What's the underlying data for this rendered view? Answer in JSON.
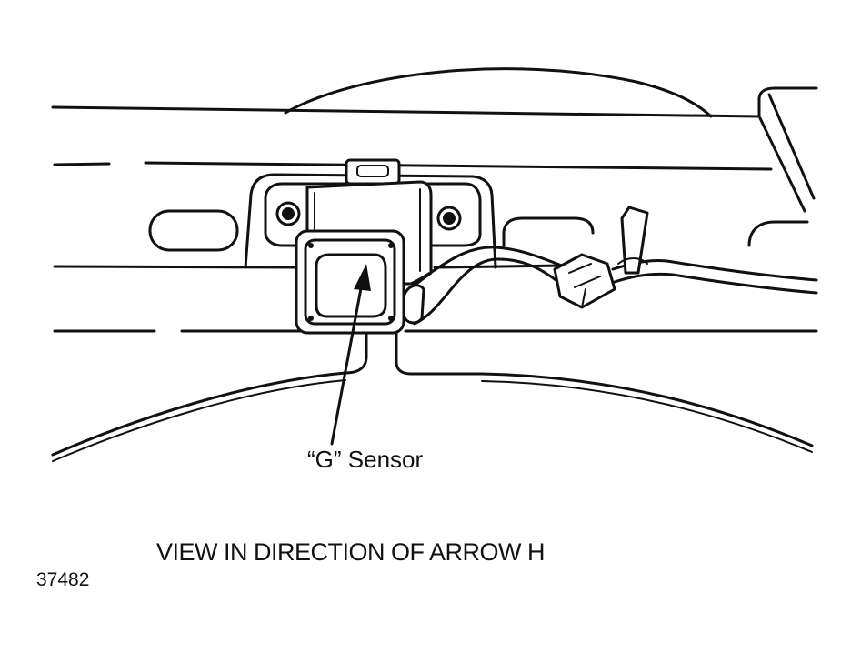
{
  "diagram": {
    "callout_label": "“G” Sensor",
    "caption": "VIEW IN DIRECTION OF ARROW H",
    "figure_number": "37482"
  },
  "colors": {
    "ink": "#111111",
    "paper": "#ffffff"
  }
}
